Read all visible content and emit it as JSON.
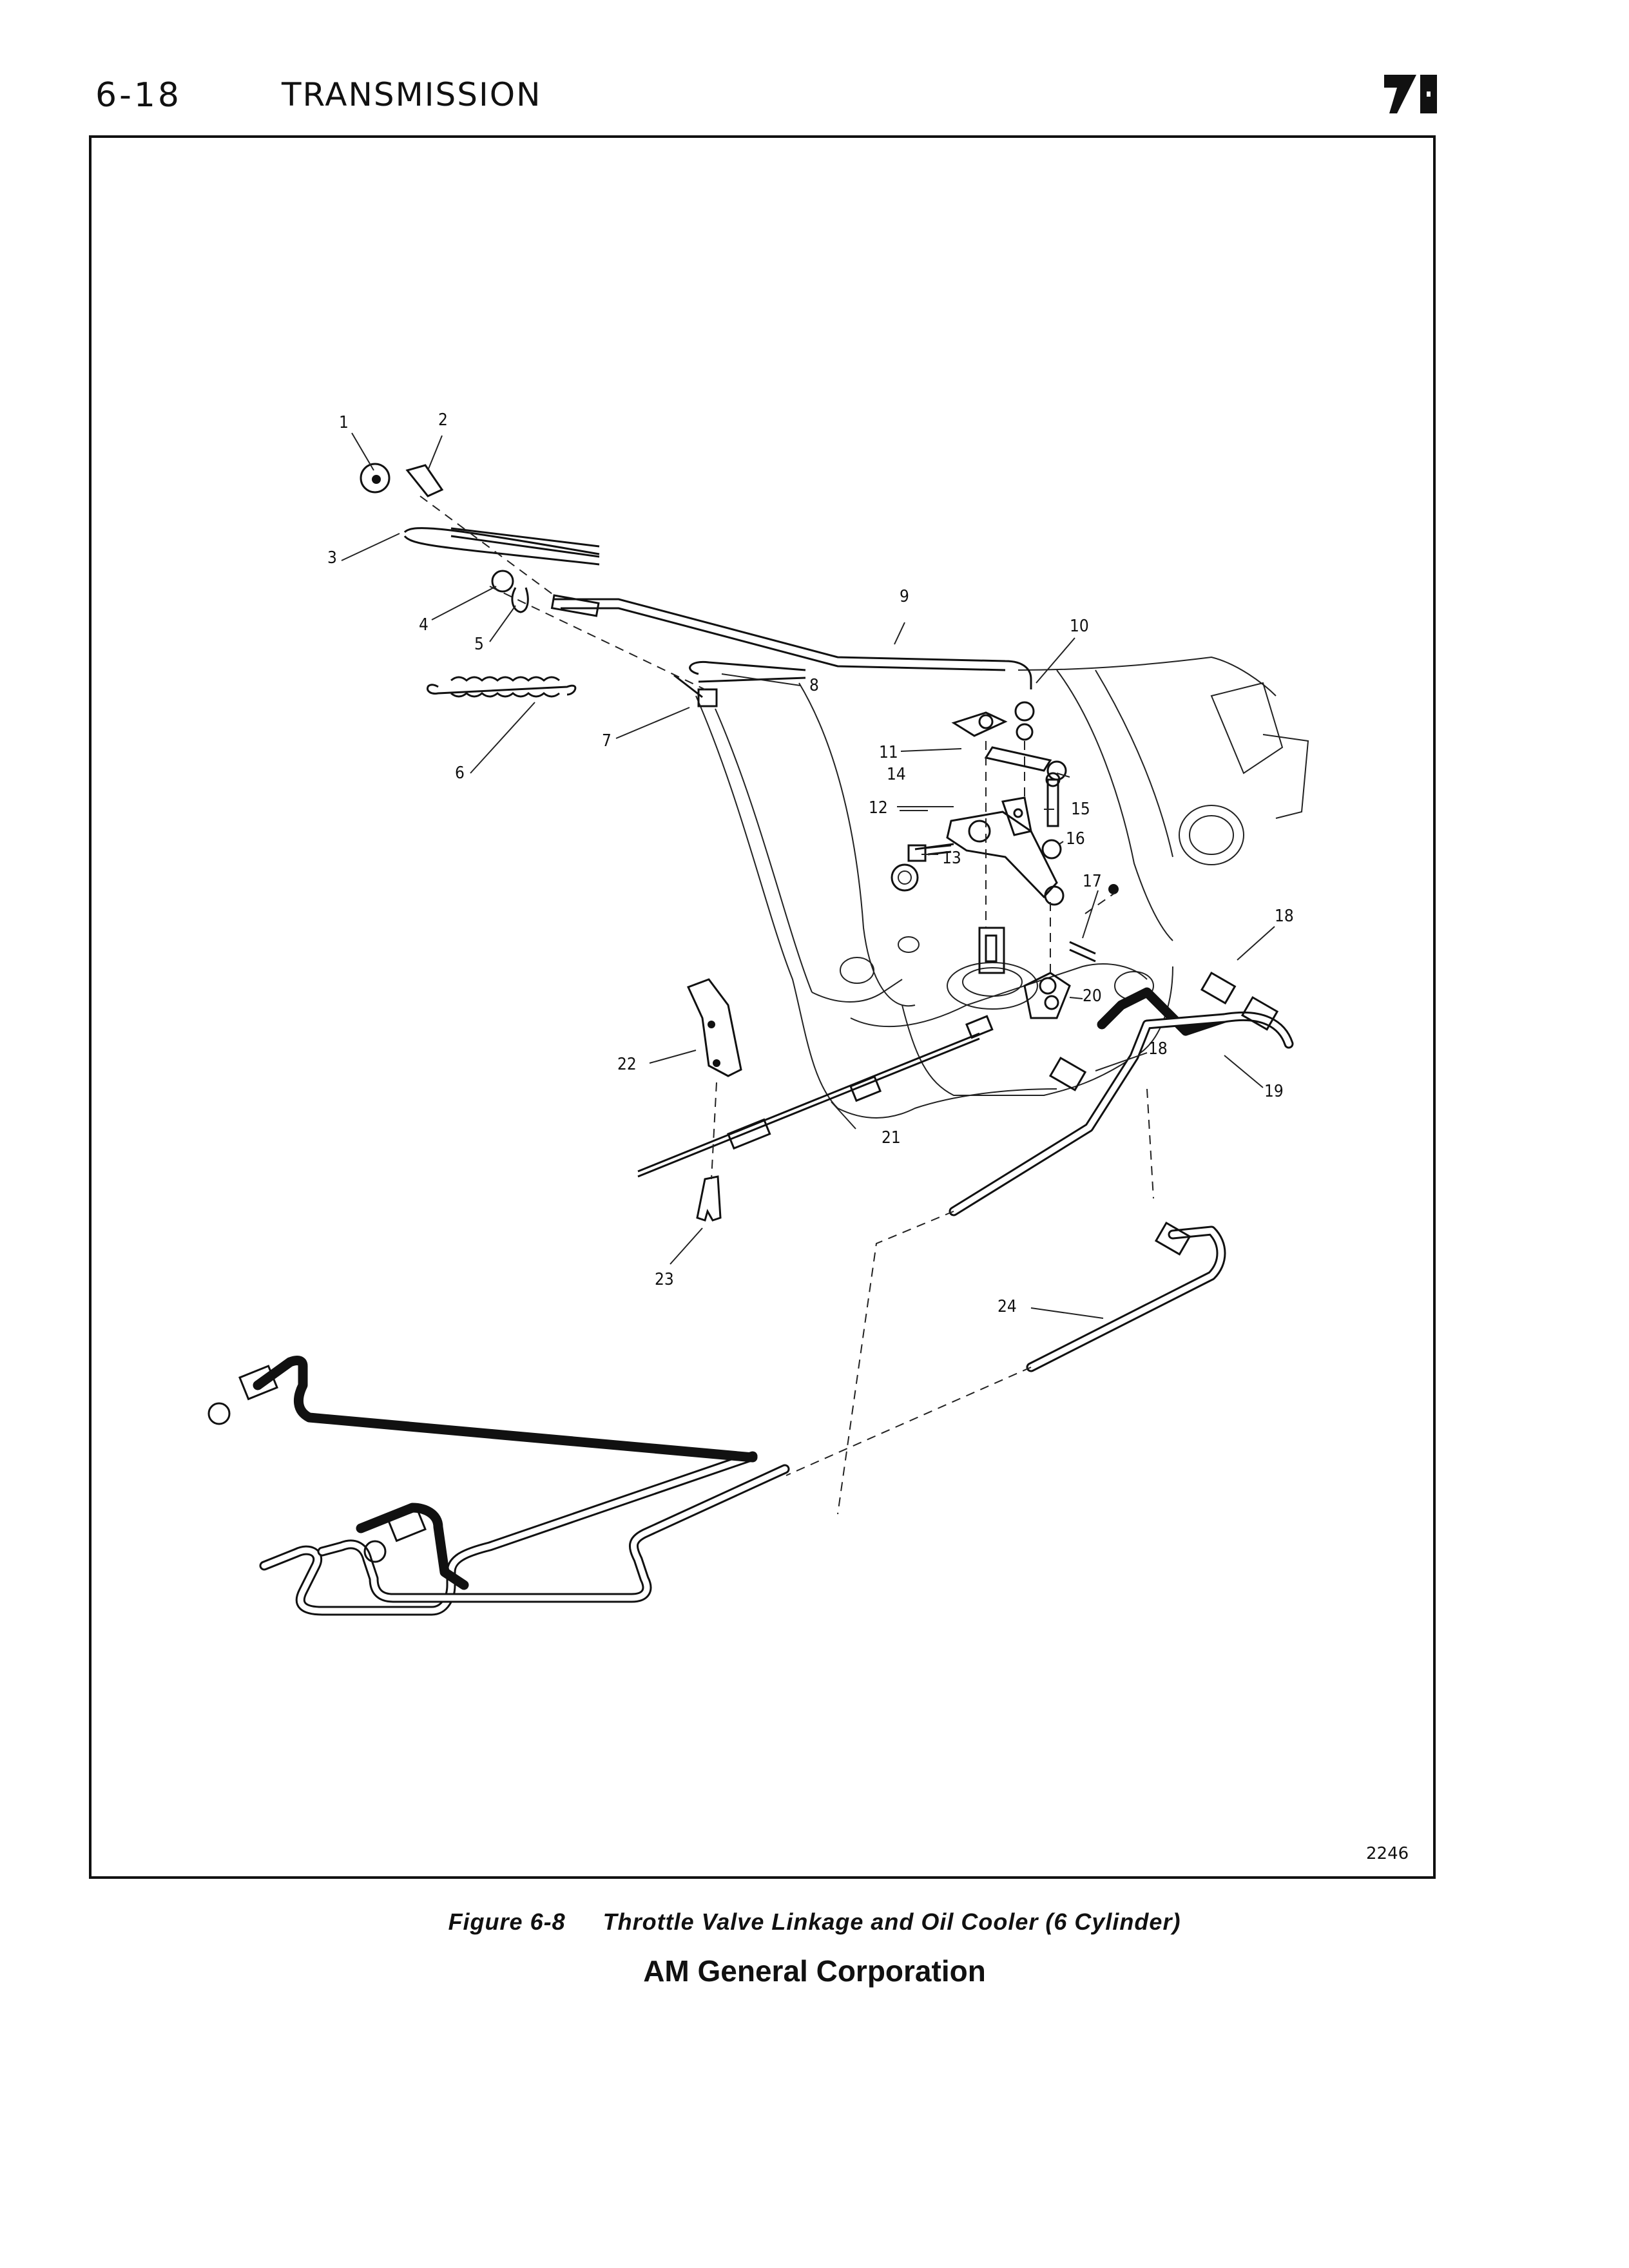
{
  "header": {
    "page_number": "6-18",
    "section_title": "TRANSMISSION"
  },
  "figure": {
    "drawing_number": "2246",
    "callouts": [
      "1",
      "2",
      "3",
      "4",
      "5",
      "6",
      "7",
      "8",
      "9",
      "10",
      "11",
      "12",
      "13",
      "14",
      "15",
      "16",
      "17",
      "18",
      "18",
      "19",
      "20",
      "21",
      "22",
      "23",
      "24"
    ]
  },
  "caption": {
    "figure_number": "Figure 6-8",
    "title": "Throttle Valve Linkage and Oil Cooler (6 Cylinder)"
  },
  "footer": {
    "publisher": "AM General Corporation"
  }
}
